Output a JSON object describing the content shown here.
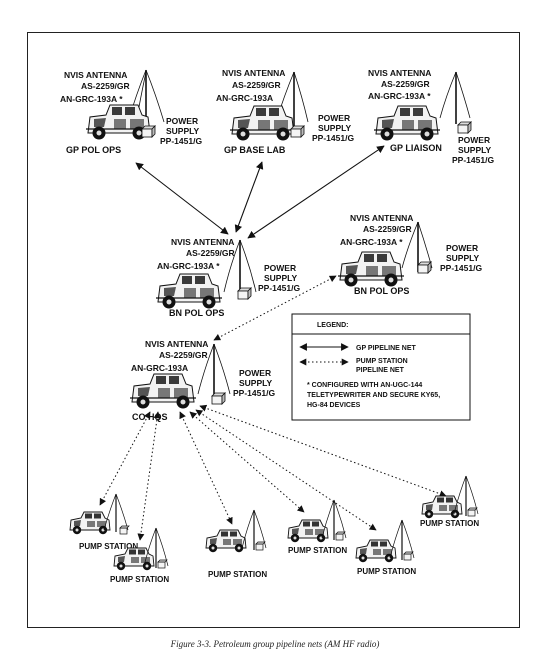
{
  "stations": {
    "gp_pol_ops": {
      "name": "GP POL OPS",
      "antenna": "NVIS ANTENNA",
      "antenna_model": "AS-2259/GR",
      "radio": "AN-GRC-193A *",
      "power1": "POWER",
      "power2": "SUPPLY",
      "power3": "PP-1451/G"
    },
    "gp_base_lab": {
      "name": "GP BASE LAB",
      "antenna": "NVIS ANTENNA",
      "antenna_model": "AS-2259/GR",
      "radio": "AN-GRC-193A",
      "power1": "POWER",
      "power2": "SUPPLY",
      "power3": "PP-1451/G"
    },
    "gp_liaison": {
      "name": "GP LIAISON",
      "antenna": "NVIS ANTENNA",
      "antenna_model": "AS-2259/GR",
      "radio": "AN-GRC-193A *",
      "power1": "POWER",
      "power2": "SUPPLY",
      "power3": "PP-1451/G"
    },
    "bn_pol_ops_1": {
      "name": "BN POL OPS",
      "antenna": "NVIS ANTENNA",
      "antenna_model": "AS-2259/GR",
      "radio": "AN-GRC-193A *",
      "power1": "POWER",
      "power2": "SUPPLY",
      "power3": "PP-1451/G"
    },
    "bn_pol_ops_2": {
      "name": "BN POL OPS",
      "antenna": "NVIS ANTENNA",
      "antenna_model": "AS-2259/GR",
      "radio": "AN-GRC-193A *",
      "power1": "POWER",
      "power2": "SUPPLY",
      "power3": "PP-1451/G"
    },
    "co_hqs": {
      "name": "CO HQS",
      "antenna": "NVIS ANTENNA",
      "antenna_model": "AS-2259/GR",
      "radio": "AN-GRC-193A",
      "power1": "POWER",
      "power2": "SUPPLY",
      "power3": "PP-1451/G"
    }
  },
  "pump_station_label": "PUMP STATION",
  "legend": {
    "title": "LEGEND:",
    "gp_net": "GP PIPELINE NET",
    "pump_net_1": "PUMP STATION",
    "pump_net_2": "PIPELINE NET",
    "note_1": "* CONFIGURED WITH AN-UGC-144",
    "note_2": "TELETYPEWRITER AND SECURE KY65,",
    "note_3": "HG-84 DEVICES"
  },
  "caption": "Figure 3-3.  Petroleum group pipeline nets (AM HF radio)"
}
